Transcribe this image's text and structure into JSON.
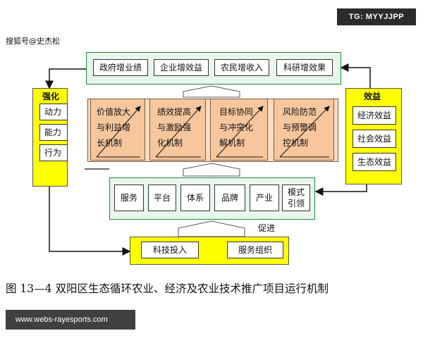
{
  "watermarks": {
    "top_right": "TG: MYYJJPP",
    "source": "搜狐号@史杰松",
    "bottom_left": "www.webs-rayesports.com"
  },
  "top_goals": [
    "政府增业绩",
    "企业增效益",
    "农民增收入",
    "科研增效果"
  ],
  "left_panel": {
    "title": "强化",
    "items": [
      "动力",
      "能力",
      "行为"
    ]
  },
  "right_panel": {
    "title": "效益",
    "items": [
      "经济效益",
      "社会效益",
      "生态效益"
    ]
  },
  "mechanisms": [
    {
      "line1": "价值放大",
      "line2": "与利益增",
      "line3": "长机制"
    },
    {
      "line1": "绩效提高",
      "line2": "与激励强",
      "line3": "化机制"
    },
    {
      "line1": "目标协同",
      "line2": "与冲突化",
      "line3": "解机制"
    },
    {
      "line1": "风险防范",
      "line2": "与预警调",
      "line3": "控机制"
    }
  ],
  "services": [
    "服务",
    "平台",
    "体系",
    "品牌",
    "产业",
    "模式引领"
  ],
  "promote_label": "促进",
  "bottom_items": [
    "科技投入",
    "服务组织"
  ],
  "caption": "图 13—4  双阳区生态循环农业、经济及农业技术推广项目运行机制"
}
